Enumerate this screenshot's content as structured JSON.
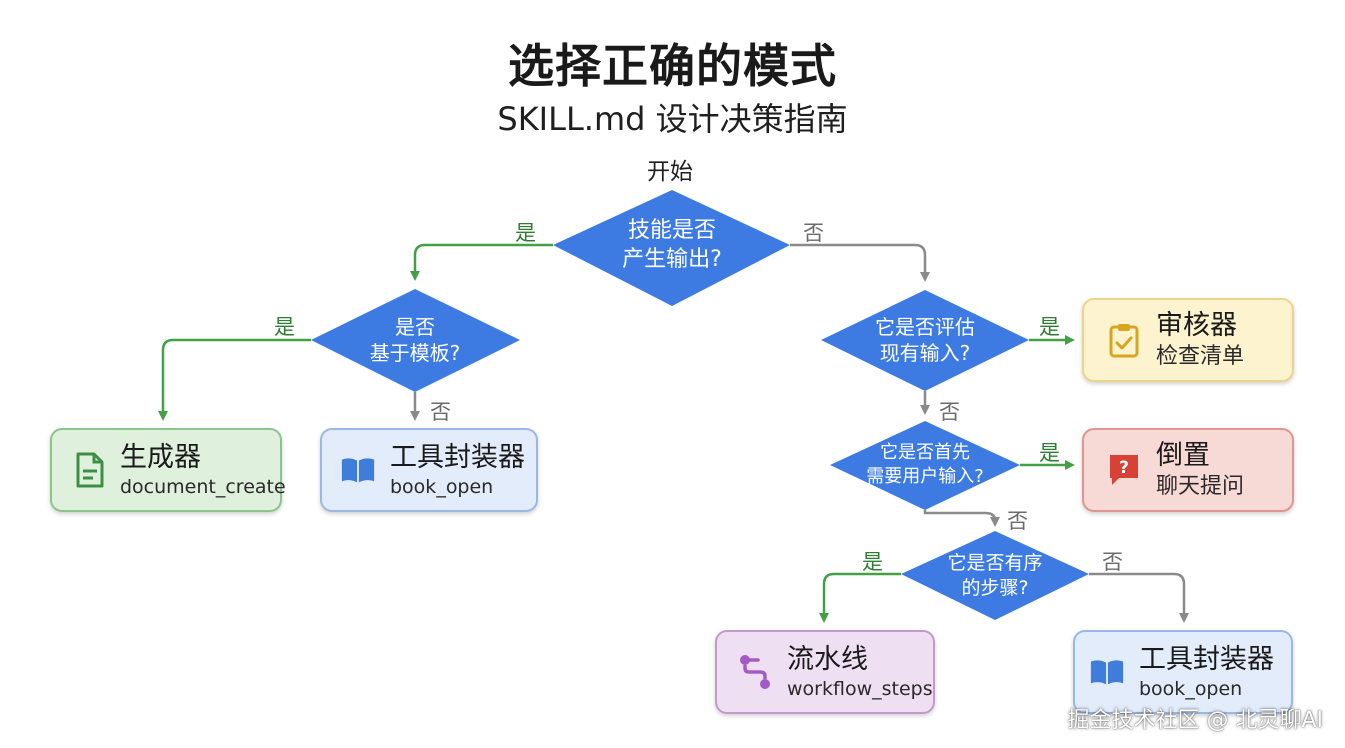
{
  "title": "选择正确的模式",
  "subtitle": "SKILL.md 设计决策指南",
  "start_label": "开始",
  "yes_label": "是",
  "no_label": "否",
  "decisions": {
    "d1": {
      "line1": "技能是否",
      "line2": "产生输出?"
    },
    "d2": {
      "line1": "是否",
      "line2": "基于模板?"
    },
    "d3": {
      "line1": "它是否评估",
      "line2": "现有输入?"
    },
    "d4": {
      "line1": "它是否首先",
      "line2": "需要用户输入?"
    },
    "d5": {
      "line1": "它是否有序",
      "line2": "的步骤?"
    }
  },
  "outcomes": {
    "generator": {
      "title": "生成器",
      "subtitle": "document_create",
      "icon": "document-icon"
    },
    "tool_wrapper_left": {
      "title": "工具封装器",
      "subtitle": "book_open",
      "icon": "book-icon"
    },
    "reviewer": {
      "title": "审核器",
      "subtitle": "检查清单",
      "icon": "clipboard-check-icon"
    },
    "inversion": {
      "title": "倒置",
      "subtitle": "聊天提问",
      "icon": "question-chat-icon"
    },
    "pipeline": {
      "title": "流水线",
      "subtitle": "workflow_steps",
      "icon": "workflow-icon"
    },
    "tool_wrapper_right": {
      "title": "工具封装器",
      "subtitle": "book_open",
      "icon": "book-icon"
    }
  },
  "colors": {
    "diamond": "#3d7be3",
    "yes_arrow": "#43a047",
    "no_arrow": "#8a8a8a"
  },
  "watermark": "掘金技术社区 @ 北灵聊AI"
}
